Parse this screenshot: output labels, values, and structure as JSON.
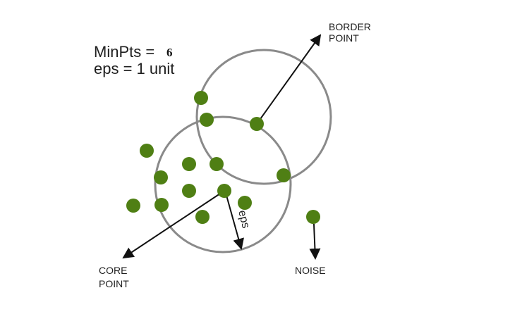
{
  "params": {
    "minpts_label": "MinPts =",
    "minpts_value": "6",
    "eps_label": "eps = 1 unit"
  },
  "labels": {
    "border_line1": "BORDER",
    "border_line2": "POINT",
    "core_line1": "CORE",
    "core_line2": "POINT",
    "noise": "NOISE",
    "eps": "eps"
  },
  "colors": {
    "point": "#4f7f14",
    "circle": "#8a8a8a",
    "arrow": "#111111"
  }
}
